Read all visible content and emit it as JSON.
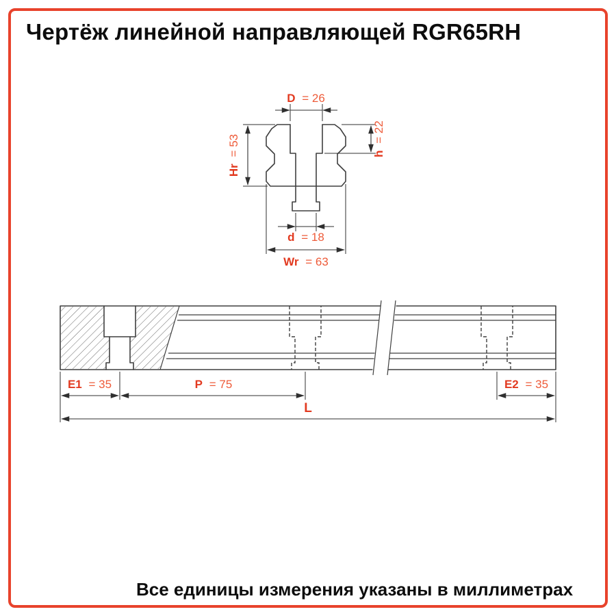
{
  "page": {
    "title": "Чертёж линейной направляющей RGR65RH",
    "footer": "Все единицы измерения указаны в миллиметрах",
    "accent_color": "#e8432c",
    "line_color": "#3f3f3f"
  },
  "cross_section": {
    "dims": {
      "D": {
        "label": "D",
        "value": "= 26"
      },
      "h": {
        "label": "h",
        "value": "= 22"
      },
      "Hr": {
        "label": "Hr",
        "value": "= 53"
      },
      "d": {
        "label": "d",
        "value": "= 18"
      },
      "Wr": {
        "label": "Wr",
        "value": "= 63"
      }
    }
  },
  "side_view": {
    "dims": {
      "E1": {
        "label": "E1",
        "value": "= 35"
      },
      "P": {
        "label": "P",
        "value": "= 75"
      },
      "E2": {
        "label": "E2",
        "value": "= 35"
      },
      "L": {
        "label": "L",
        "value": ""
      }
    }
  }
}
